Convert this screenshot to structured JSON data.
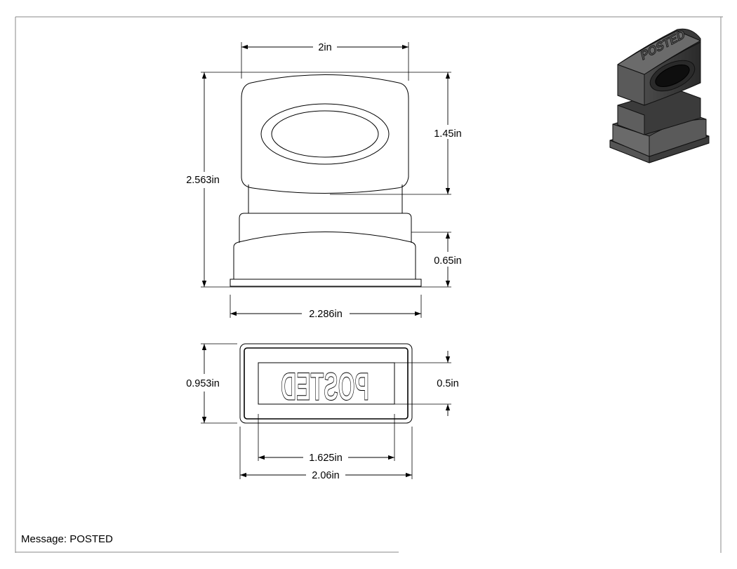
{
  "drawing": {
    "dimensions": {
      "top_width": "2in",
      "total_height": "2.563in",
      "handle_height": "1.45in",
      "base_height": "0.65in",
      "base_width": "2.286in",
      "plate_height": "0.953in",
      "text_height": "0.5in",
      "text_width": "1.625in",
      "plate_width": "2.06in"
    },
    "stamp_text": "POSTED",
    "message": "Message: POSTED"
  }
}
